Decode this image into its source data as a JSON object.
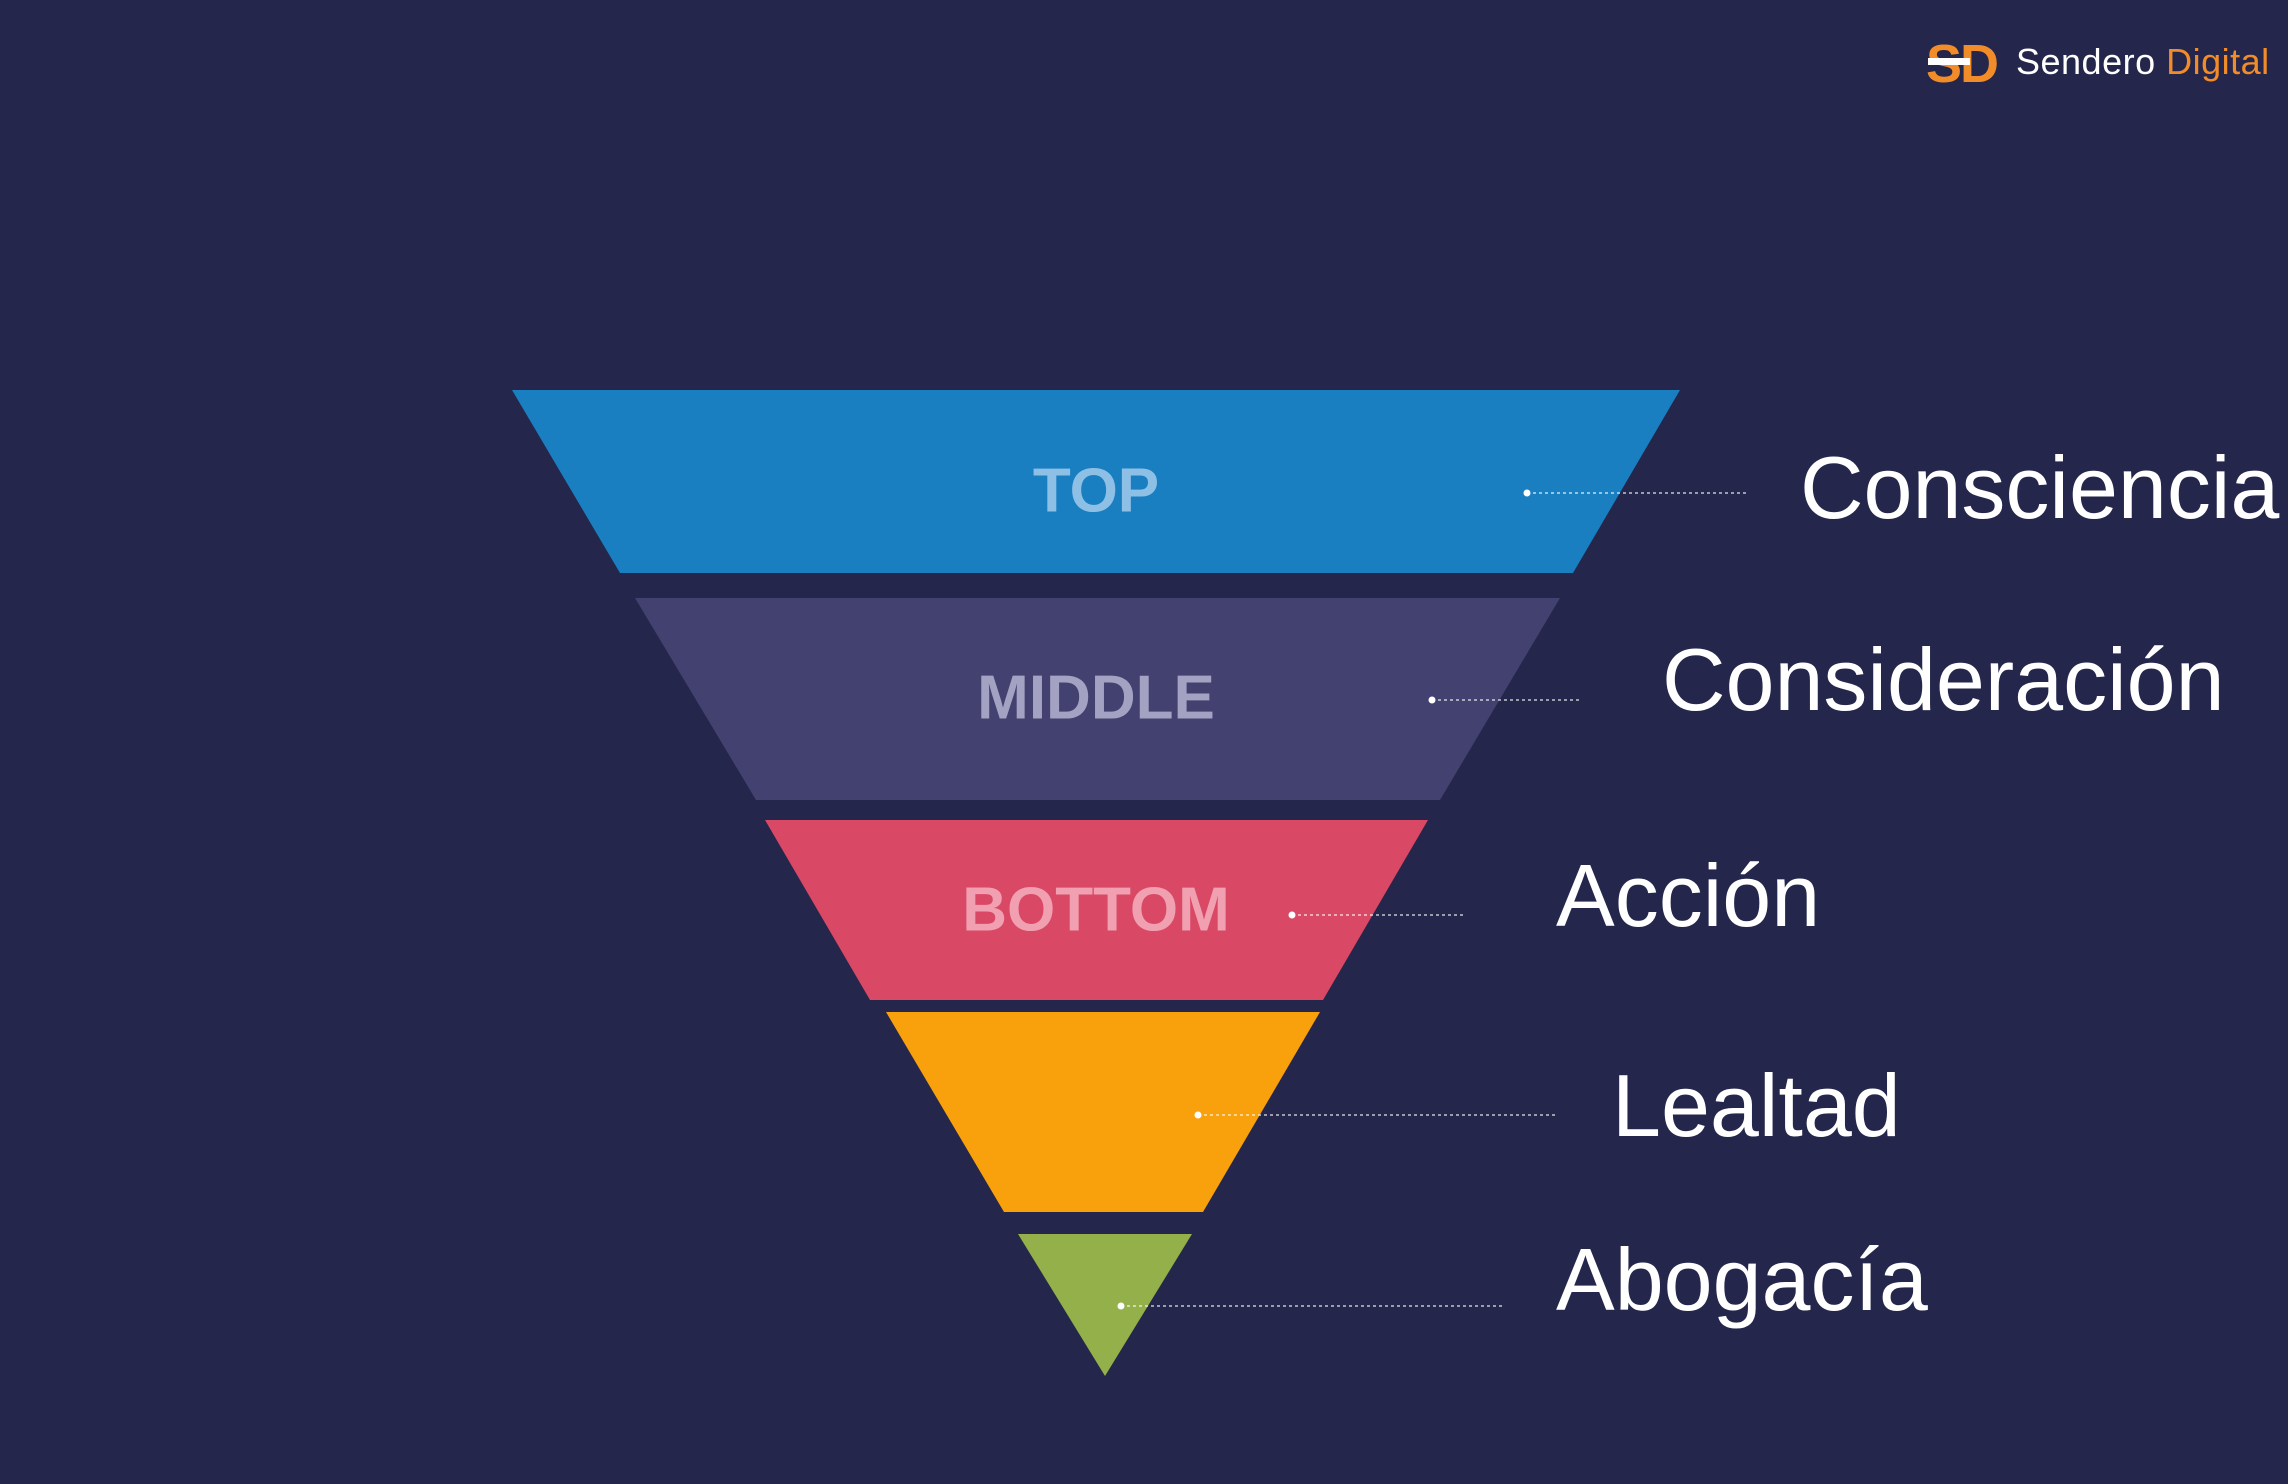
{
  "logo": {
    "mark": "SD",
    "brand_word": "Sendero",
    "brand_accent": "Digital",
    "mark_color_orange": "#f28c28",
    "mark_color_white": "#ffffff"
  },
  "funnel": {
    "background": "#24264b",
    "stages": [
      {
        "tier": "TOP",
        "label": "Consciencia",
        "color": "#1a7fc1",
        "tier_color": "#8ec0e6"
      },
      {
        "tier": "MIDDLE",
        "label": "Consideración",
        "color": "#43416f",
        "tier_color": "#a3a2c2"
      },
      {
        "tier": "BOTTOM",
        "label": "Acción",
        "color": "#d94864",
        "tier_color": "#f0a0b0"
      },
      {
        "tier": "",
        "label": "Lealtad",
        "color": "#f9a10d",
        "tier_color": ""
      },
      {
        "tier": "",
        "label": "Abogacía",
        "color": "#93b04a",
        "tier_color": ""
      }
    ]
  }
}
